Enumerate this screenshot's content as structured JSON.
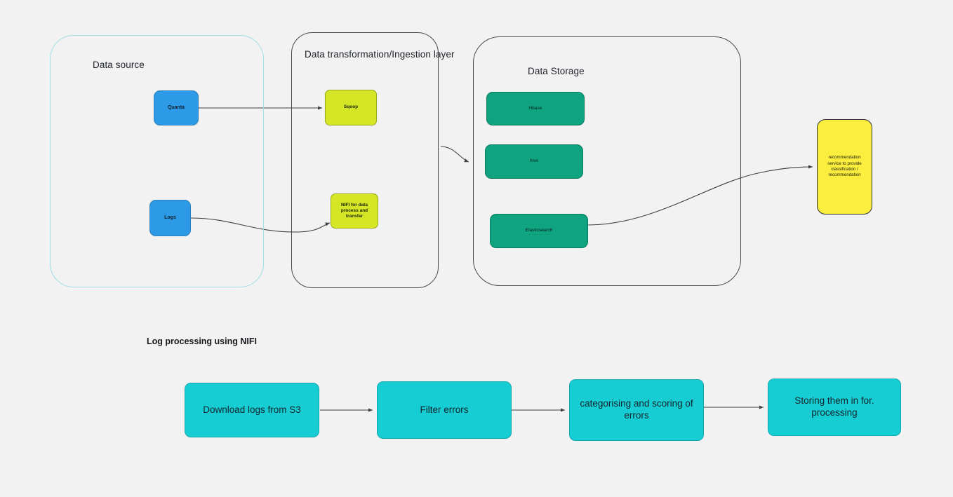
{
  "background_color": "#f2f2f2",
  "colors": {
    "source_node": "#2d9ae8",
    "ingestion_node": "#d4e625",
    "storage_node": "#0fa37f",
    "recommendation_node": "#fbee3e",
    "flow_node": "#16cdd4",
    "source_group_border": "#9fdfe4",
    "group_border": "#4a4a4a",
    "edge": "#3d4043"
  },
  "architecture": {
    "groups": [
      {
        "id": "data-source",
        "label": "Data source",
        "border_color": "#9fdfe4"
      },
      {
        "id": "data-transformation",
        "label": "Data transformation/Ingestion layer",
        "border_color": "#4a4a4a"
      },
      {
        "id": "data-storage",
        "label": "Data Storage",
        "border_color": "#4a4a4a"
      }
    ],
    "source_nodes": [
      {
        "id": "quanta",
        "label": "Quanta"
      },
      {
        "id": "logs",
        "label": "Logs"
      }
    ],
    "ingestion_nodes": [
      {
        "id": "sqoop",
        "label": "Sqoop"
      },
      {
        "id": "nifi",
        "label": "NIFI for data process and transfer"
      }
    ],
    "storage_nodes": [
      {
        "id": "hbase",
        "label": "Hbase"
      },
      {
        "id": "hive",
        "label": "hive"
      },
      {
        "id": "elasticsearch",
        "label": "Elasticsearch"
      }
    ],
    "service_node": {
      "id": "recommendation-service",
      "label": "recommendation service to provide classification / recommendation"
    }
  },
  "log_processing": {
    "title": "Log processing using NIFI",
    "steps": [
      {
        "id": "download-logs",
        "label": "Download logs from S3"
      },
      {
        "id": "filter-errors",
        "label": "Filter errors"
      },
      {
        "id": "categorise-score",
        "label": "categorising and scoring of errors"
      },
      {
        "id": "store-processing",
        "label": "Storing them in for. processing"
      }
    ]
  }
}
